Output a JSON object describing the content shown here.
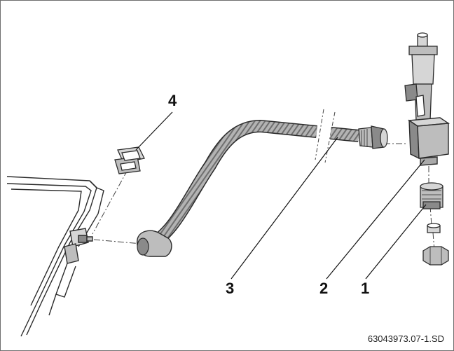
{
  "callouts": {
    "c1": "1",
    "c2": "2",
    "c3": "3",
    "c4": "4"
  },
  "document_code": "63043973.07-1.SD",
  "colors": {
    "outline": "#2b2b2b",
    "hose_fill": "#a9a9a9",
    "part_fill": "#bdbdbd",
    "dark_fill": "#8a8a8a",
    "light_fill": "#d6d6d6"
  }
}
